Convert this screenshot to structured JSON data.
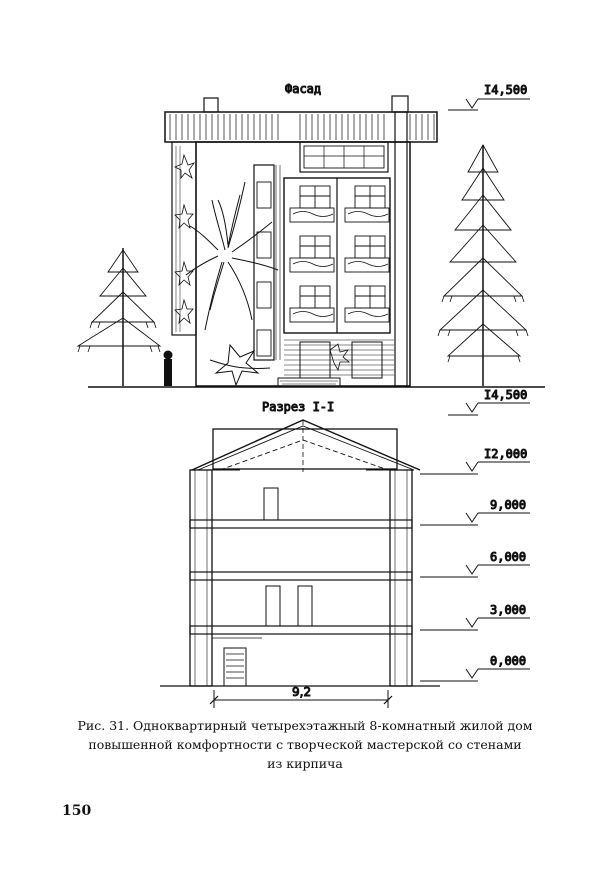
{
  "facade": {
    "title": "Фасад",
    "top_level": "I4,500"
  },
  "section": {
    "title": "Разрез I-I",
    "levels": [
      "I4,500",
      "I2,000",
      "9,000",
      "6,000",
      "3,000",
      "0,000"
    ],
    "width_dimension": "9,2"
  },
  "caption": {
    "line1": "Рис. 31. Одноквартирный четырехэтажный 8-комнатный жилой дом",
    "line2": "повышенной  комфортности с творческой  мастерской со стенами",
    "line3": "из кирпича"
  },
  "page_number": "150"
}
